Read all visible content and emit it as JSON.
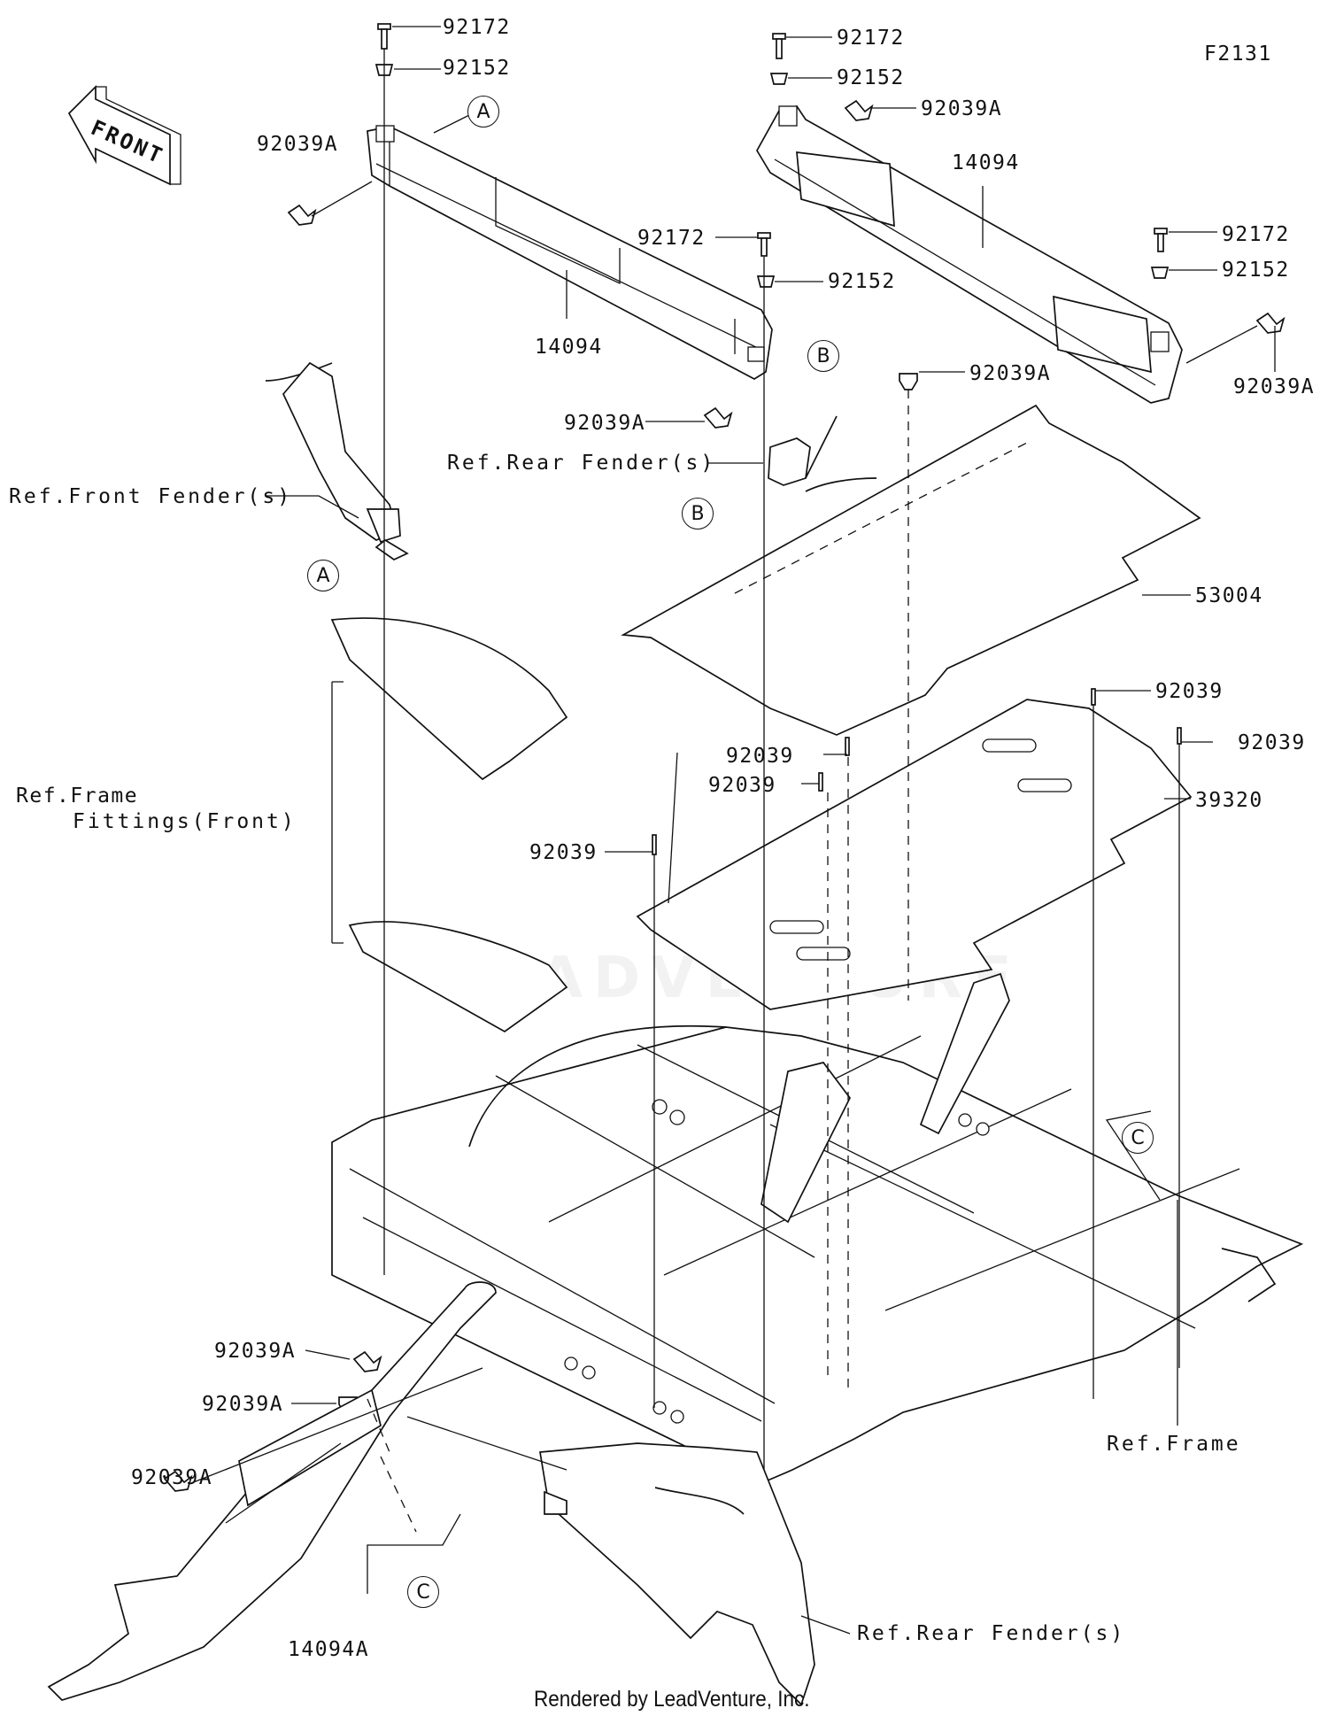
{
  "diagram_code": "F2131",
  "front_badge": "FRONT",
  "watermark": "LEADVENTURE",
  "footer": "Rendered by LeadVenture, Inc.",
  "callouts": {
    "a": "A",
    "b": "B",
    "c": "C"
  },
  "labels": {
    "l01": "92172",
    "l02": "92152",
    "l03": "92039A",
    "l04": "14094",
    "l05": "92172",
    "l06": "92152",
    "l07": "92172",
    "l08": "92152",
    "l09": "92039A",
    "l10": "14094",
    "l11": "92172",
    "l12": "92152",
    "l13": "92039A",
    "l14": "92039A",
    "l15": "92039A",
    "l16": "Ref.Front Fender(s)",
    "l17": "Ref.Rear Fender(s)",
    "l18": "53004",
    "l19": "Ref.Frame",
    "l20": "Fittings(Front)",
    "l21": "92039",
    "l22": "92039",
    "l23": "92039",
    "l24": "92039",
    "l25": "92039",
    "l26": "39320",
    "l27": "Ref.Frame",
    "l28": "92039A",
    "l29": "92039A",
    "l30": "92039A",
    "l31": "14094A",
    "l32": "Ref.Rear Fender(s)"
  }
}
